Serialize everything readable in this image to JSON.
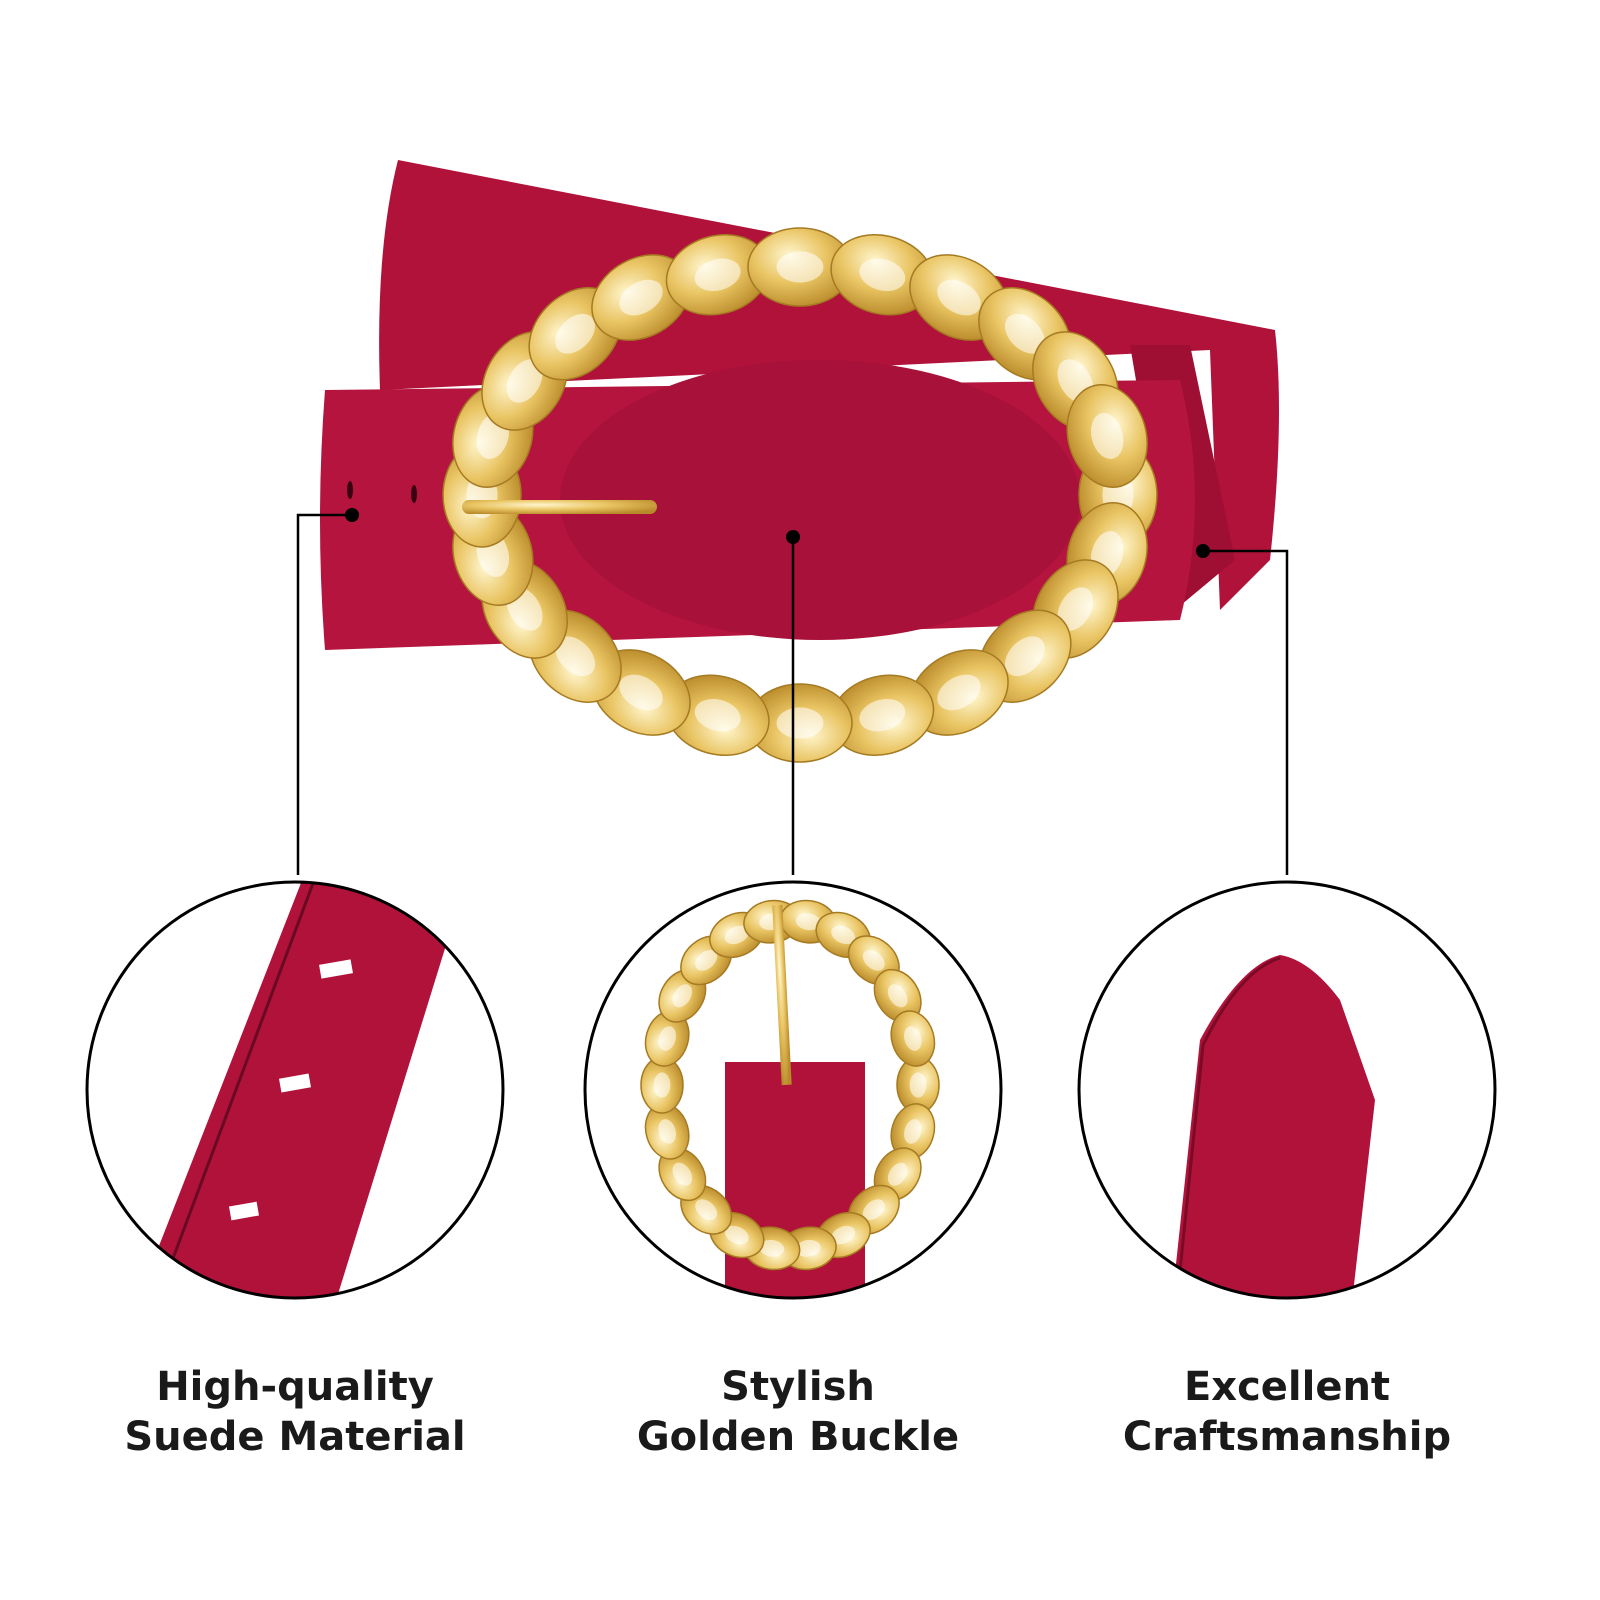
{
  "colors": {
    "suede": "#b0123a",
    "suede_dark": "#8c0c2c",
    "gold": "#e6c15a",
    "gold_light": "#f8e7a8",
    "line": "#000000"
  },
  "features": [
    {
      "line1": "High-quality",
      "line2": "Suede Material"
    },
    {
      "line1": "Stylish",
      "line2": "Golden Buckle"
    },
    {
      "line1": "Excellent",
      "line2": "Craftsmanship"
    }
  ]
}
